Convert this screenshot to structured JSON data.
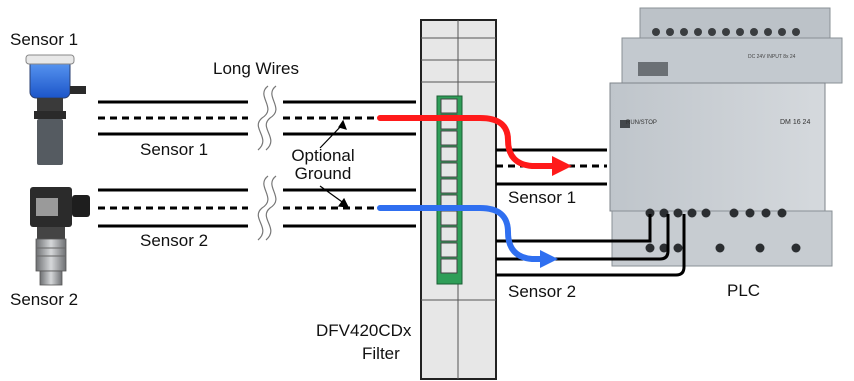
{
  "sensors": {
    "sensor1_top_label": "Sensor 1",
    "sensor2_bottom_label": "Sensor 2",
    "sensor1_wire_label": "Sensor 1",
    "sensor2_wire_label": "Sensor 2"
  },
  "wires": {
    "long_wires_label": "Long Wires",
    "optional_ground_line1": "Optional",
    "optional_ground_line2": "Ground",
    "signal1_color": "#ff1a1a",
    "signal2_color": "#2f6ff0"
  },
  "filter": {
    "label_line1": "DFV420CDx",
    "label_line2": "Filter",
    "terminal_color": "#2f9e58"
  },
  "plc": {
    "label": "PLC",
    "outputs": {
      "sensor1_label": "Sensor 1",
      "sensor2_label": "Sensor 2"
    },
    "model_text": "DM 16 24",
    "run_stop_text": "RUN/STOP",
    "supply_text": "DC 24V INPUT 8x 24",
    "body_color": "#c9ced3"
  }
}
